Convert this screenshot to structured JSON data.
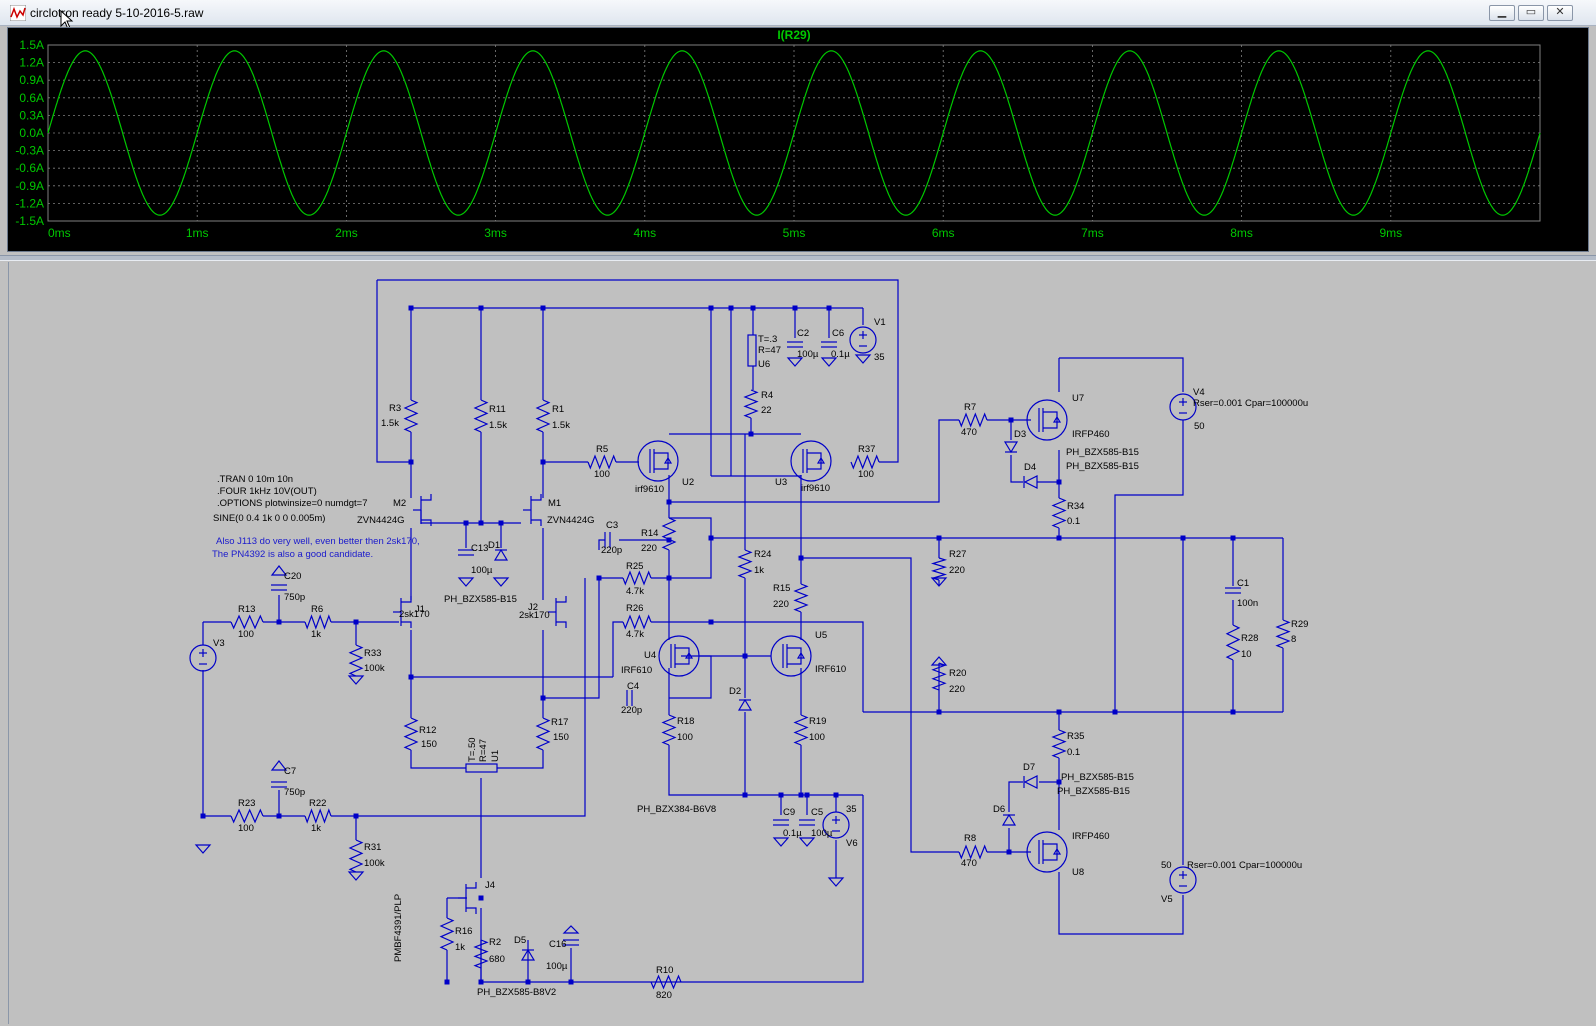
{
  "window": {
    "title": "circlotron ready 5-10-2016-5.raw",
    "minimize_label": "▁",
    "maximize_label": "▭",
    "close_label": "✕"
  },
  "plot": {
    "trace_label": "I(R29)",
    "trace_color": "#00c800",
    "grid_color": "#808080",
    "label_color": "#00c800",
    "y_ticks": [
      "1.5A",
      "1.2A",
      "0.9A",
      "0.6A",
      "0.3A",
      "0.0A",
      "-0.3A",
      "-0.6A",
      "-0.9A",
      "-1.2A",
      "-1.5A"
    ],
    "x_ticks": [
      "0ms",
      "1ms",
      "2ms",
      "3ms",
      "4ms",
      "5ms",
      "6ms",
      "7ms",
      "8ms",
      "9ms"
    ]
  },
  "chart_data": {
    "type": "line",
    "title": "I(R29)",
    "xlim": [
      0,
      10
    ],
    "ylim": [
      -1.5,
      1.5
    ],
    "x_unit": "ms",
    "y_unit": "A",
    "grid": true,
    "series": [
      {
        "name": "I(R29)",
        "waveform": "sine",
        "frequency_khz": 1,
        "amplitude": 1.4,
        "offset": 0,
        "phase": 0
      }
    ]
  },
  "schematic": {
    "wire_color": "#0000c8",
    "text_color": "#000000",
    "comment_color": "#1a1acc",
    "directives": [
      ".TRAN 0 10m 10n",
      ".FOUR 1kHz 10V(OUT)",
      ".OPTIONS plotwinsize=0 numdgt=7",
      "SINE(0 0.4 1k 0 0 0.005m)"
    ],
    "comments": [
      "Also J113 do very well, even better then 2sk170,",
      "The PN4392 is also a good candidate."
    ],
    "labels": {
      "R3": "R3",
      "R3v": "1.5k",
      "R11": "R11",
      "R11v": "1.5k",
      "R1": "R1",
      "R1v": "1.5k",
      "R5": "R5",
      "R5v": "100",
      "U2": "U2",
      "U2m": "irf9610",
      "U3": "U3",
      "U3m": "irf9610",
      "R37": "R37",
      "R37v": "100",
      "M2": "M2",
      "M2m": "ZVN4424G",
      "M1": "M1",
      "M1m": "ZVN4424G",
      "C13": "C13",
      "C13v": "100µ",
      "D1": "D1",
      "D1m": "PH_BZX585-B15",
      "J1": "J1",
      "J1m": "2sk170",
      "J2": "J2",
      "J2m": "2sk170",
      "C20": "C20",
      "C20v": "750p",
      "R13": "R13",
      "R13v": "100",
      "R6": "R6",
      "R6v": "1k",
      "R33": "R33",
      "R33v": "100k",
      "V3": "V3",
      "C7": "C7",
      "C7v": "750p",
      "R23": "R23",
      "R23v": "100",
      "R22": "R22",
      "R22v": "1k",
      "R31": "R31",
      "R31v": "100k",
      "R12": "R12",
      "R12v": "150",
      "R17": "R17",
      "R17v": "150",
      "U1": "U1",
      "U1t": "T=.50",
      "U1r": "R=47",
      "J4": "J4",
      "J4m": "PMBF4391/PLP",
      "R16": "R16",
      "R16v": "1k",
      "R2": "R2",
      "R2v": "680",
      "D5": "D5",
      "D5m": "PH_BZX585-B8V2",
      "C16": "C16",
      "C16v": "100µ",
      "R10": "R10",
      "R10v": "820",
      "C3": "C3",
      "C3v": "220p",
      "R14": "R14",
      "R14v": "220",
      "R25": "R25",
      "R25v": "4.7k",
      "R26": "R26",
      "R26v": "4.7k",
      "U4": "U4",
      "U4m": "IRF610",
      "U5": "U5",
      "U5m": "IRF610",
      "C4": "C4",
      "C4v": "220p",
      "R18": "R18",
      "R18v": "100",
      "R19": "R19",
      "R19v": "100",
      "R24": "R24",
      "R24v": "1k",
      "R15": "R15",
      "R15v": "220",
      "D2": "D2",
      "D2m": "PH_BZX384-B6V8",
      "C9": "C9",
      "C9v": "0.1µ",
      "C5": "C5",
      "C5v": "100µ",
      "V6": "V6",
      "V6v": "35",
      "U6": "U6",
      "U6t": "T=.3",
      "U6r": "R=47",
      "C2": "C2",
      "C2v": "100µ",
      "C6": "C6",
      "C6v": "0.1µ",
      "V1": "V1",
      "V1v": "35",
      "R4": "R4",
      "R4v": "22",
      "R7": "R7",
      "R7v": "470",
      "U7": "U7",
      "U7m": "IRFP460",
      "D3": "D3",
      "D3m": "PH_BZX585-B15",
      "D4": "D4",
      "D4m": "PH_BZX585-B15",
      "R34": "R34",
      "R34v": "0.1",
      "V4": "V4",
      "V4p": "Rser=0.001 Cpar=100000u",
      "V4v": "50",
      "R27": "R27",
      "R27v": "220",
      "R20": "R20",
      "R20v": "220",
      "C1": "C1",
      "C1v": "100n",
      "R28": "R28",
      "R28v": "10",
      "R29": "R29",
      "R29v": "8",
      "R35": "R35",
      "R35v": "0.1",
      "D7": "D7",
      "D7m": "PH_BZX585-B15",
      "D6": "D6",
      "D6m": "PH_BZX585-B15",
      "R8": "R8",
      "R8v": "470",
      "U8": "U8",
      "U8m": "IRFP460",
      "V5": "V5",
      "V5p": "Rser=0.001 Cpar=100000u",
      "V5v": "50"
    }
  }
}
